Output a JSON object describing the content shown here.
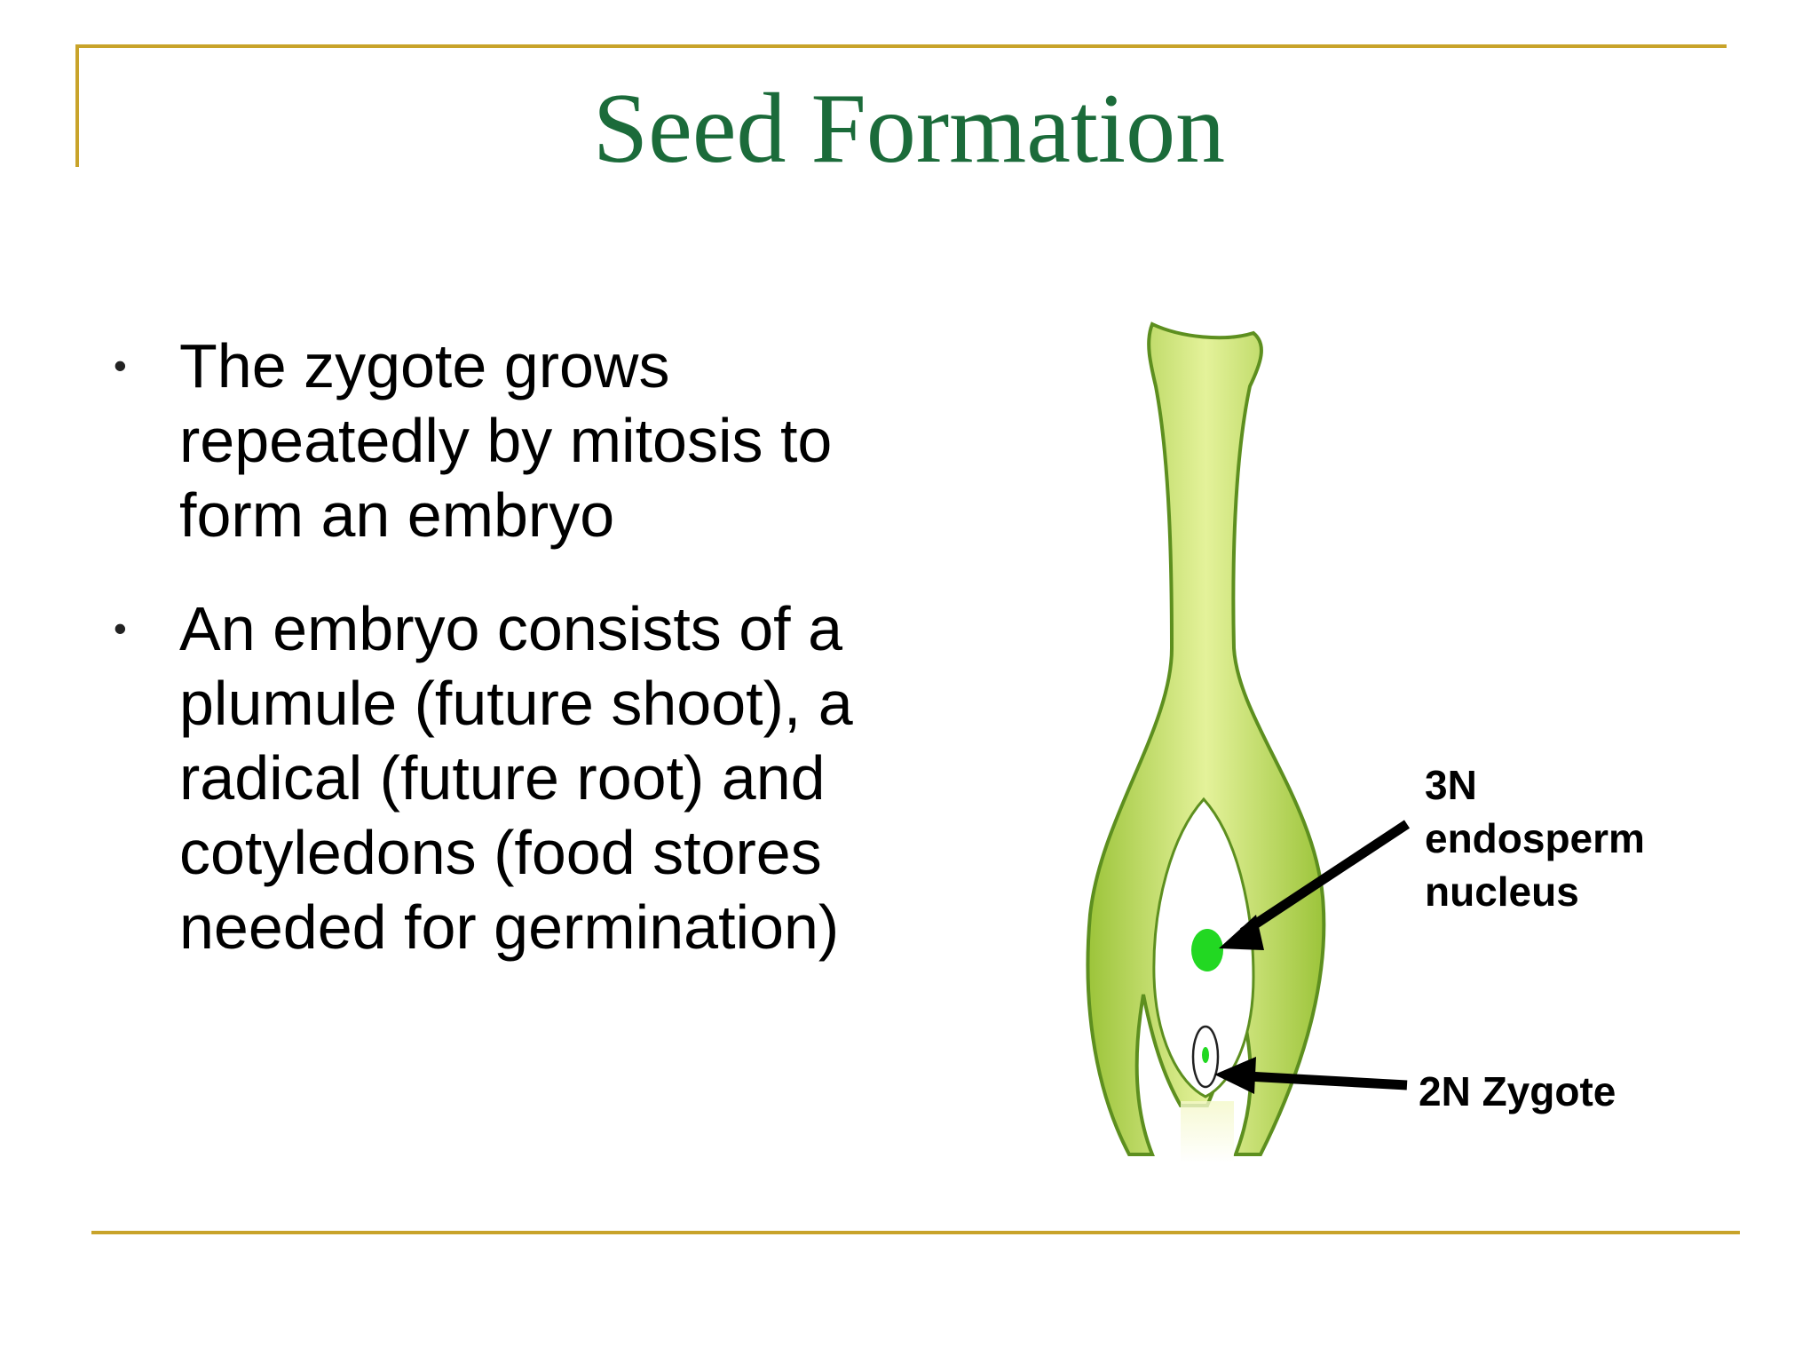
{
  "slide": {
    "title": "Seed Formation",
    "bullets": [
      "The zygote grows repeatedly by mitosis to form an embryo",
      "An embryo consists of a plumule (future shoot), a radical (future root) and cotyledons (food stores needed for germination)"
    ],
    "bullet_marker": "•"
  },
  "diagram": {
    "labels": {
      "endosperm_line1": "3N",
      "endosperm_line2": "endosperm",
      "endosperm_line3": "nucleus",
      "zygote": "2N Zygote"
    },
    "colors": {
      "ovule_fill": "#c9e36a",
      "ovule_outline": "#5d8f1f",
      "nucleus": "#22d822",
      "arrow": "#000000"
    }
  },
  "colors": {
    "accent": "#c8a32a",
    "title": "#1b6b3a"
  }
}
